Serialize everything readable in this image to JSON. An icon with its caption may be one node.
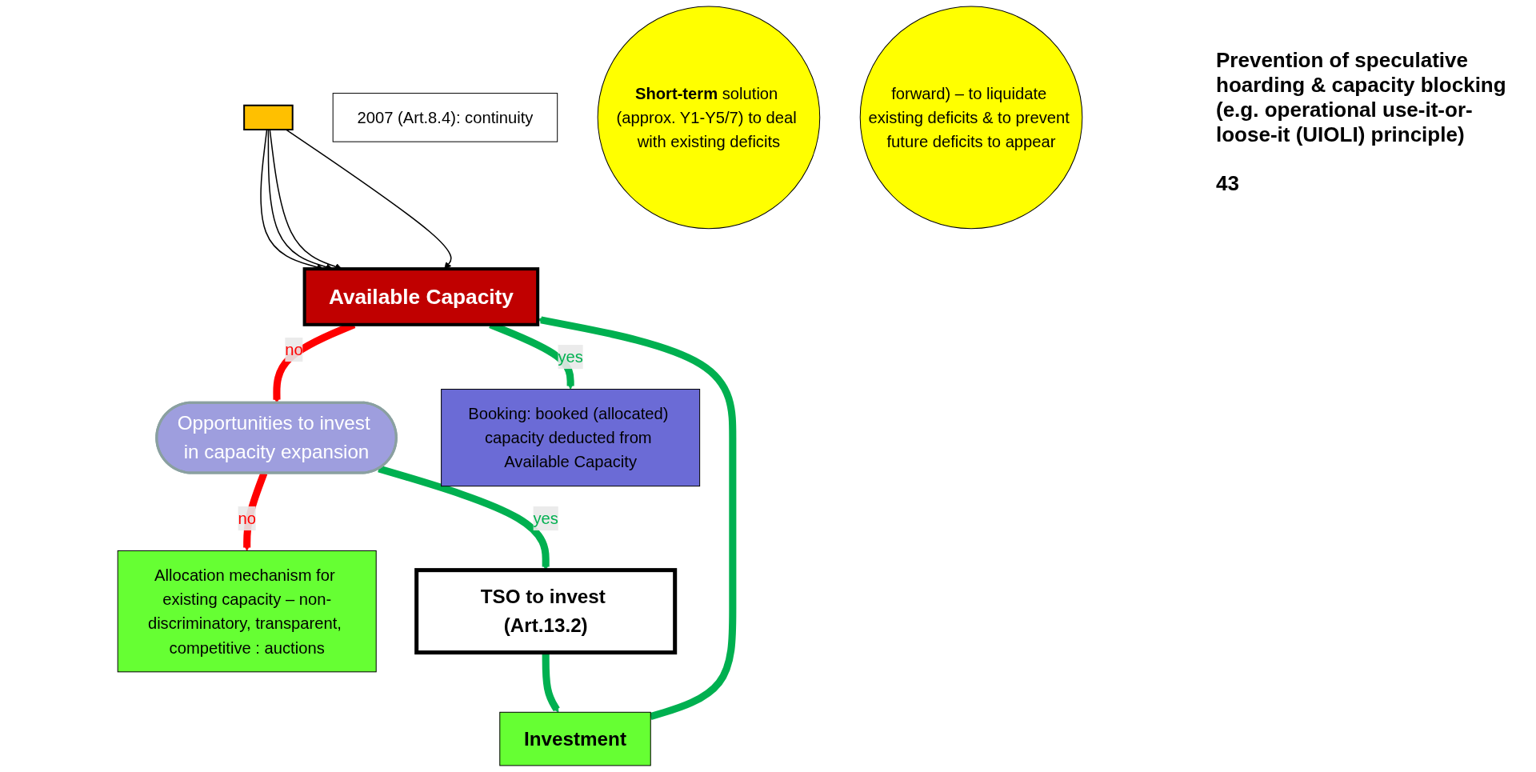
{
  "diagram": {
    "nodes": [
      {
        "text": [],
        "shape": "box"
      },
      {
        "text": [
          "Available Capacity"
        ]
      },
      {
        "text": [
          "Opportunities to invest in capacity expansion"
        ]
      },
      {
        "text": [
          "Booking: booked (allocated) capacity deducted from Available Capacity"
        ]
      },
      {
        "text": [
          "Allocation mechanism for existing capacity – non-discriminatory, transparent, competitive : auctions"
        ]
      },
      {
        "text": [
          "TSO to invest (Art.13.2)"
        ]
      },
      {
        "text": [
          "Investment"
        ]
      },
      {
        "text": [
          "2007 (Art.8.4): continuity"
        ]
      },
      {
        "text": [
          "**Short-term** solution (approx. Y1-Y5/7) to deal with existing deficits"
        ]
      },
      {
        "text": [
          "forward) – to liquidate existing deficits & to prevent future deficits to appear"
        ]
      }
    ],
    "edges": [
      {
        "from": 0,
        "to": 1,
        "arrow": "to"
      },
      {
        "from": 0,
        "to": 1,
        "arrow": "to"
      },
      {
        "from": 0,
        "to": 1,
        "arrow": "to"
      },
      {
        "from": 0,
        "to": 1,
        "arrow": "to"
      },
      {
        "from": 1,
        "to": 2,
        "arrow": "to",
        "label": "no",
        "color": "#ff0000"
      },
      {
        "from": 1,
        "to": 3,
        "arrow": "to",
        "label": "yes",
        "color": "#00b050"
      },
      {
        "from": 2,
        "to": 4,
        "arrow": "to",
        "label": "no",
        "color": "#ff0000"
      },
      {
        "from": 2,
        "to": 5,
        "arrow": "to",
        "label": "yes",
        "color": "#00b050"
      },
      {
        "from": 5,
        "to": 6,
        "arrow": "to",
        "color": "#00b050"
      },
      {
        "from": 6,
        "to": 1,
        "arrow": "to",
        "color": "#00b050"
      }
    ],
    "labels": [
      "Prevention of speculative hoarding & capacity blocking (e.g. operational use-it-or-loose-it (UIOLI) principle)",
      "43"
    ]
  }
}
